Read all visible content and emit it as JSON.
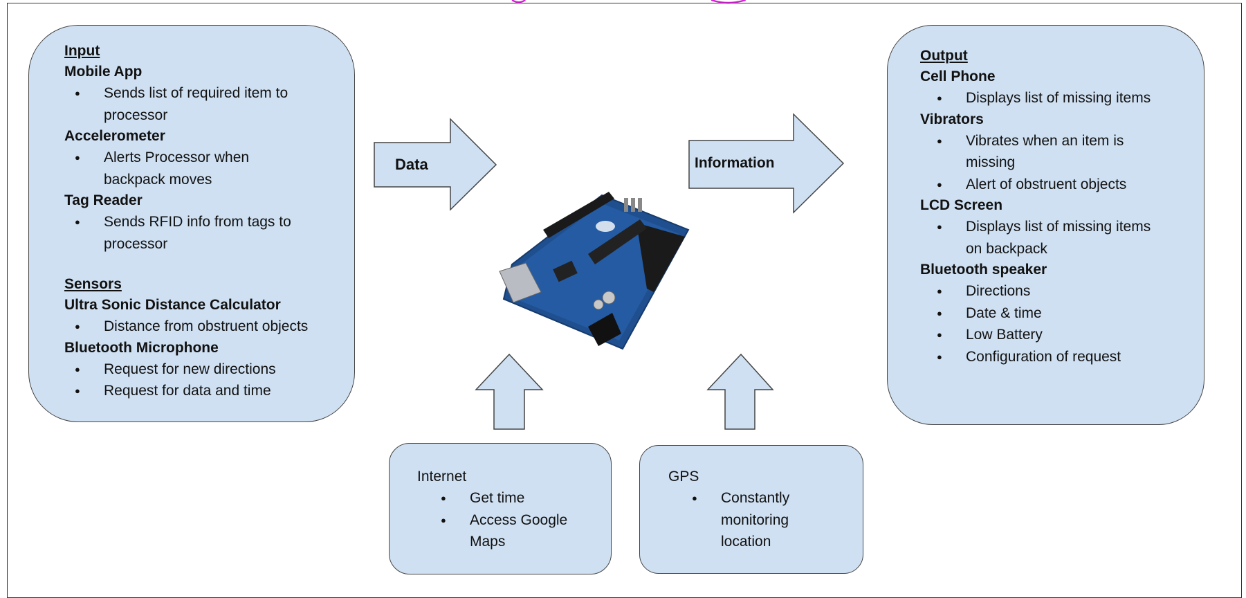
{
  "input_panel": {
    "input_heading": "Input",
    "sections": [
      {
        "title": "Mobile App",
        "items": [
          "Sends list of required item to processor"
        ]
      },
      {
        "title": "Accelerometer",
        "items": [
          "Alerts Processor when backpack moves"
        ]
      },
      {
        "title": "Tag Reader",
        "items": [
          "Sends RFID info from tags to processor"
        ]
      }
    ],
    "sensors_heading": "Sensors",
    "sensor_sections": [
      {
        "title": "Ultra Sonic Distance Calculator",
        "items": [
          "Distance from obstruent objects"
        ]
      },
      {
        "title": "Bluetooth Microphone",
        "items": [
          "Request for new directions",
          "Request for data and time"
        ]
      }
    ]
  },
  "output_panel": {
    "heading": "Output",
    "sections": [
      {
        "title": "Cell Phone",
        "items": [
          "Displays list of missing items"
        ]
      },
      {
        "title": "Vibrators",
        "items": [
          "Vibrates when an item is missing",
          "Alert of obstruent objects"
        ]
      },
      {
        "title": "LCD Screen",
        "items": [
          "Displays list of missing items on backpack"
        ]
      },
      {
        "title": "Bluetooth speaker",
        "items": [
          "Directions",
          "Date & time",
          "Low Battery",
          "Configuration of request"
        ]
      }
    ]
  },
  "arrows": {
    "data_label": "Data",
    "information_label": "Information"
  },
  "internet_box": {
    "title": "Internet",
    "items": [
      "Get time",
      "Access Google Maps"
    ]
  },
  "gps_box": {
    "title": "GPS",
    "items": [
      "Constantly monitoring location"
    ]
  },
  "colors": {
    "box_fill": "#cfe0f2",
    "title_magenta": "#d41fd4",
    "board_blue": "#1f4f8f"
  }
}
